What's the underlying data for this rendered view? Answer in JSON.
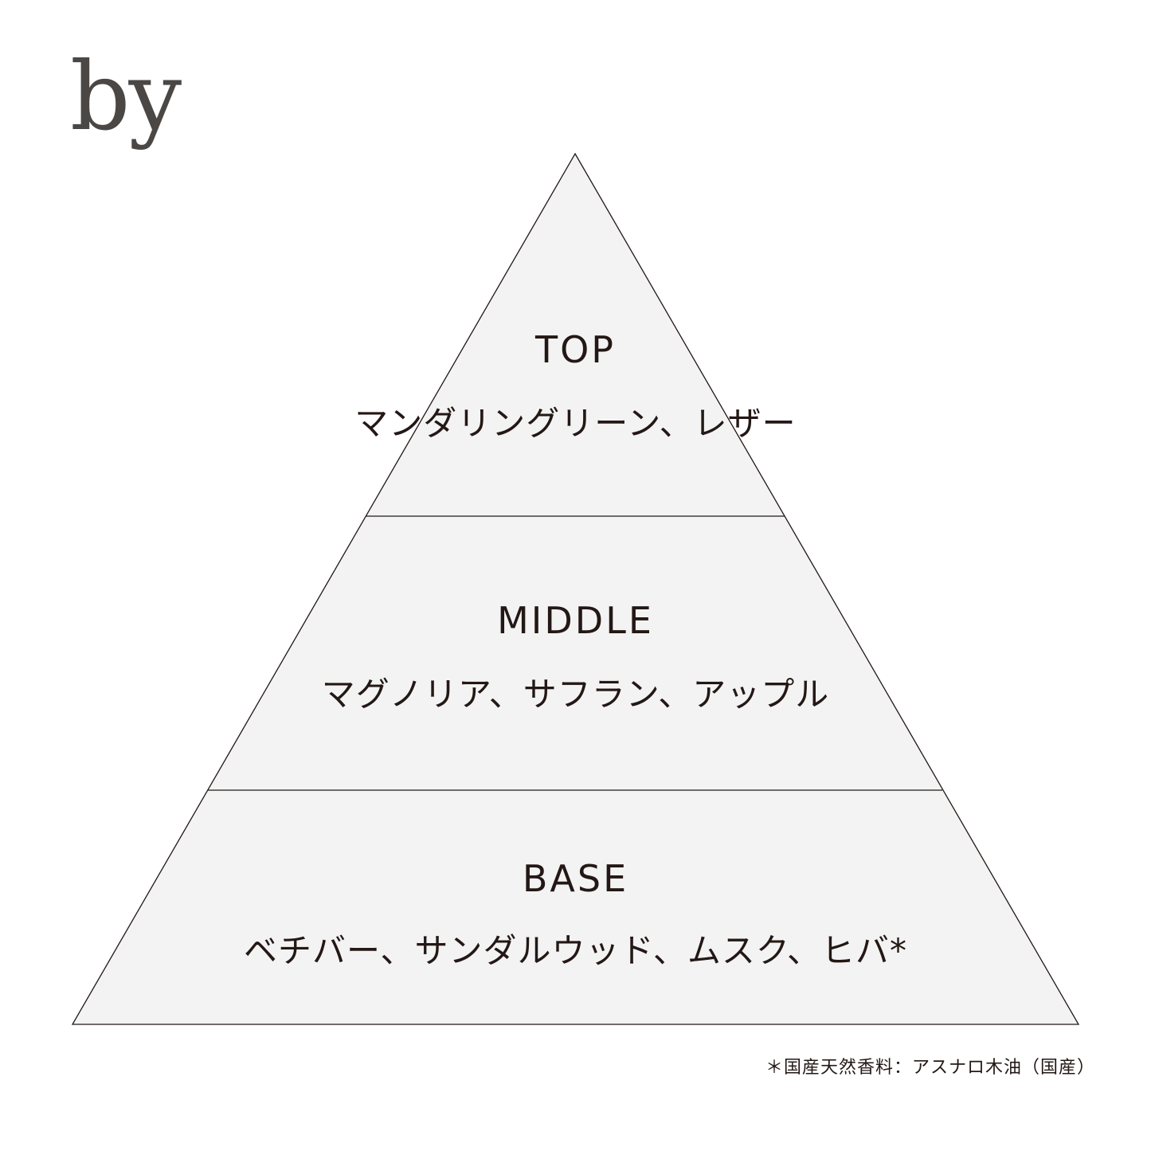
{
  "brand": {
    "text": "by"
  },
  "pyramid": {
    "fill": "#f3f3f3",
    "stroke": "#231815",
    "tiers": [
      {
        "label": "TOP",
        "notes": "マンダリングリーン、レザー"
      },
      {
        "label": "MIDDLE",
        "notes": "マグノリア、サフラン、アップル"
      },
      {
        "label": "BASE",
        "notes": "ベチバー、サンダルウッド、ムスク、ヒバ*"
      }
    ]
  },
  "footnote": {
    "text": "＊国産天然香料：アスナロ木油（国産）"
  }
}
